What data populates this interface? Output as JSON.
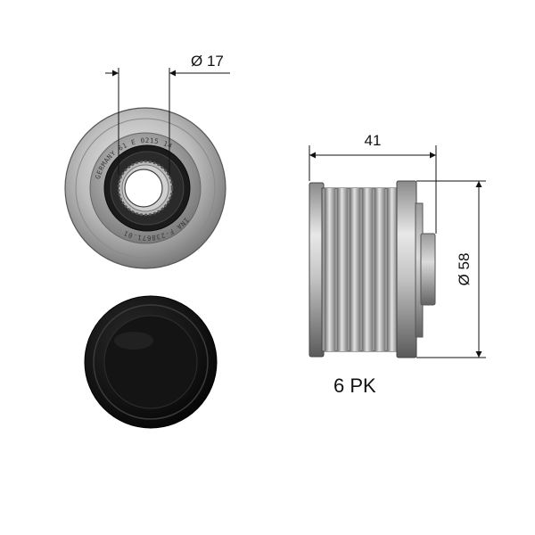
{
  "dimensions": {
    "bore_label": "Ø 17",
    "width_label": "41",
    "outer_diameter_label": "Ø 58"
  },
  "belt_profile": "6 PK",
  "engraving": {
    "arc_top": "GERMANY 61 E 0215 14",
    "arc_bottom": "INA F-238671.01"
  },
  "colors": {
    "metal_light": "#e6e6e6",
    "metal_mid": "#a8a8a8",
    "metal_dark": "#5c5c5c",
    "seal_black": "#121212",
    "line": "#111111"
  }
}
